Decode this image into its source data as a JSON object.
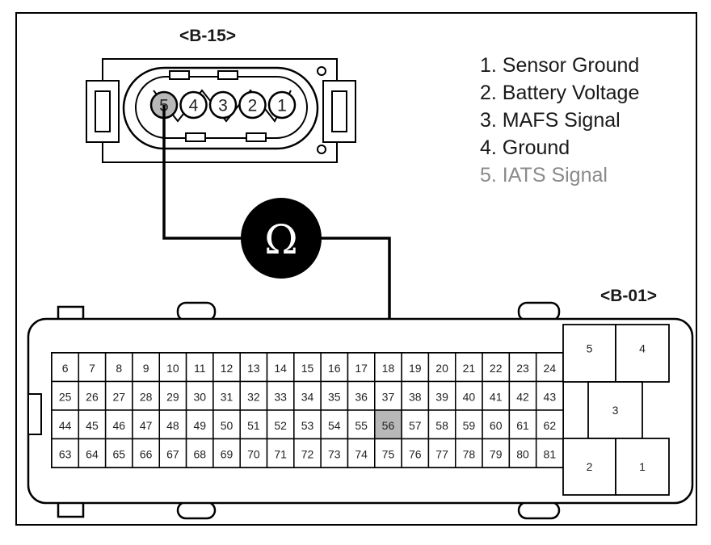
{
  "connector_b15": {
    "title": "<B-15>",
    "pins": [
      "5",
      "4",
      "3",
      "2",
      "1"
    ],
    "highlighted_pin": "5"
  },
  "connector_b01": {
    "title": "<B-01>",
    "rows": [
      [
        "6",
        "7",
        "8",
        "9",
        "10",
        "11",
        "12",
        "13",
        "14",
        "15",
        "16",
        "17",
        "18",
        "19",
        "20",
        "21",
        "22",
        "23",
        "24"
      ],
      [
        "25",
        "26",
        "27",
        "28",
        "29",
        "30",
        "31",
        "32",
        "33",
        "34",
        "35",
        "36",
        "37",
        "38",
        "39",
        "40",
        "41",
        "42",
        "43"
      ],
      [
        "44",
        "45",
        "46",
        "47",
        "48",
        "49",
        "50",
        "51",
        "52",
        "53",
        "54",
        "55",
        "56",
        "57",
        "58",
        "59",
        "60",
        "61",
        "62"
      ],
      [
        "63",
        "64",
        "65",
        "66",
        "67",
        "68",
        "69",
        "70",
        "71",
        "72",
        "73",
        "74",
        "75",
        "76",
        "77",
        "78",
        "79",
        "80",
        "81"
      ]
    ],
    "highlighted_pin": "56",
    "power_pins": [
      "5",
      "4",
      "3",
      "2",
      "1"
    ]
  },
  "legend": [
    {
      "text": "1. Sensor Ground",
      "highlight": false
    },
    {
      "text": "2. Battery Voltage",
      "highlight": false
    },
    {
      "text": "3. MAFS Signal",
      "highlight": false
    },
    {
      "text": "4. Ground",
      "highlight": false
    },
    {
      "text": "5. IATS Signal",
      "highlight": true
    }
  ],
  "meter_symbol": "Ω",
  "colors": {
    "highlight_fill": "#b8b8b8",
    "legend_highlight": "#8a8a8a",
    "meter": "#000000"
  }
}
